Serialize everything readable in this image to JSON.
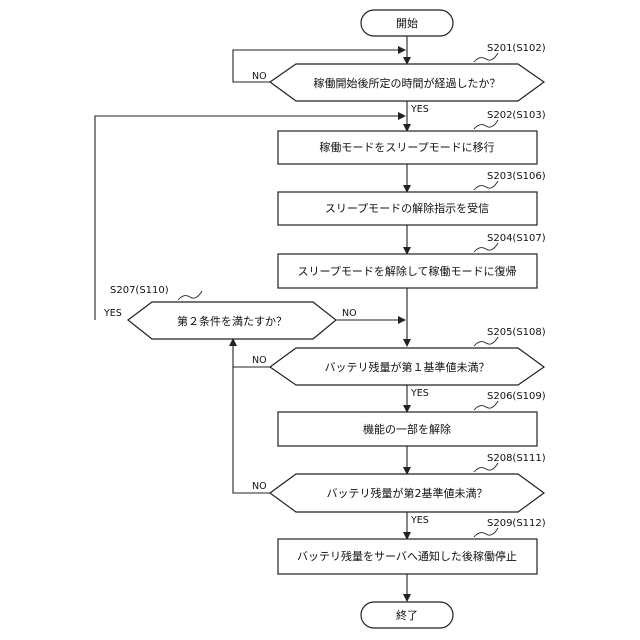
{
  "nodes": {
    "start": {
      "label": "開始"
    },
    "s201": {
      "label": "稼働開始後所定の時間が経過したか？",
      "step": "S201(S102)"
    },
    "s202": {
      "label": "稼働モードをスリープモードに移行",
      "step": "S202(S103)"
    },
    "s203": {
      "label": "スリープモードの解除指示を受信",
      "step": "S203(S106)"
    },
    "s204": {
      "label": "スリープモードを解除して稼働モードに復帰",
      "step": "S204(S107)"
    },
    "s207": {
      "label": "第２条件を満たすか？",
      "step": "S207(S110)"
    },
    "s205": {
      "label": "バッテリ残量が第１基準値未満？",
      "step": "S205(S108)"
    },
    "s206": {
      "label": "機能の一部を解除",
      "step": "S206(S109)"
    },
    "s208": {
      "label": "バッテリ残量が第2基準値未満？",
      "step": "S208(S111)"
    },
    "s209": {
      "label": "バッテリ残量をサーバへ通知した後稼働停止",
      "step": "S209(S112)"
    },
    "end": {
      "label": "終了"
    }
  },
  "edge_labels": {
    "s201_no": "NO",
    "s201_yes": "YES",
    "s207_yes": "YES",
    "s207_no": "NO",
    "s205_no": "NO",
    "s205_yes": "YES",
    "s208_no": "NO",
    "s208_yes": "YES"
  }
}
